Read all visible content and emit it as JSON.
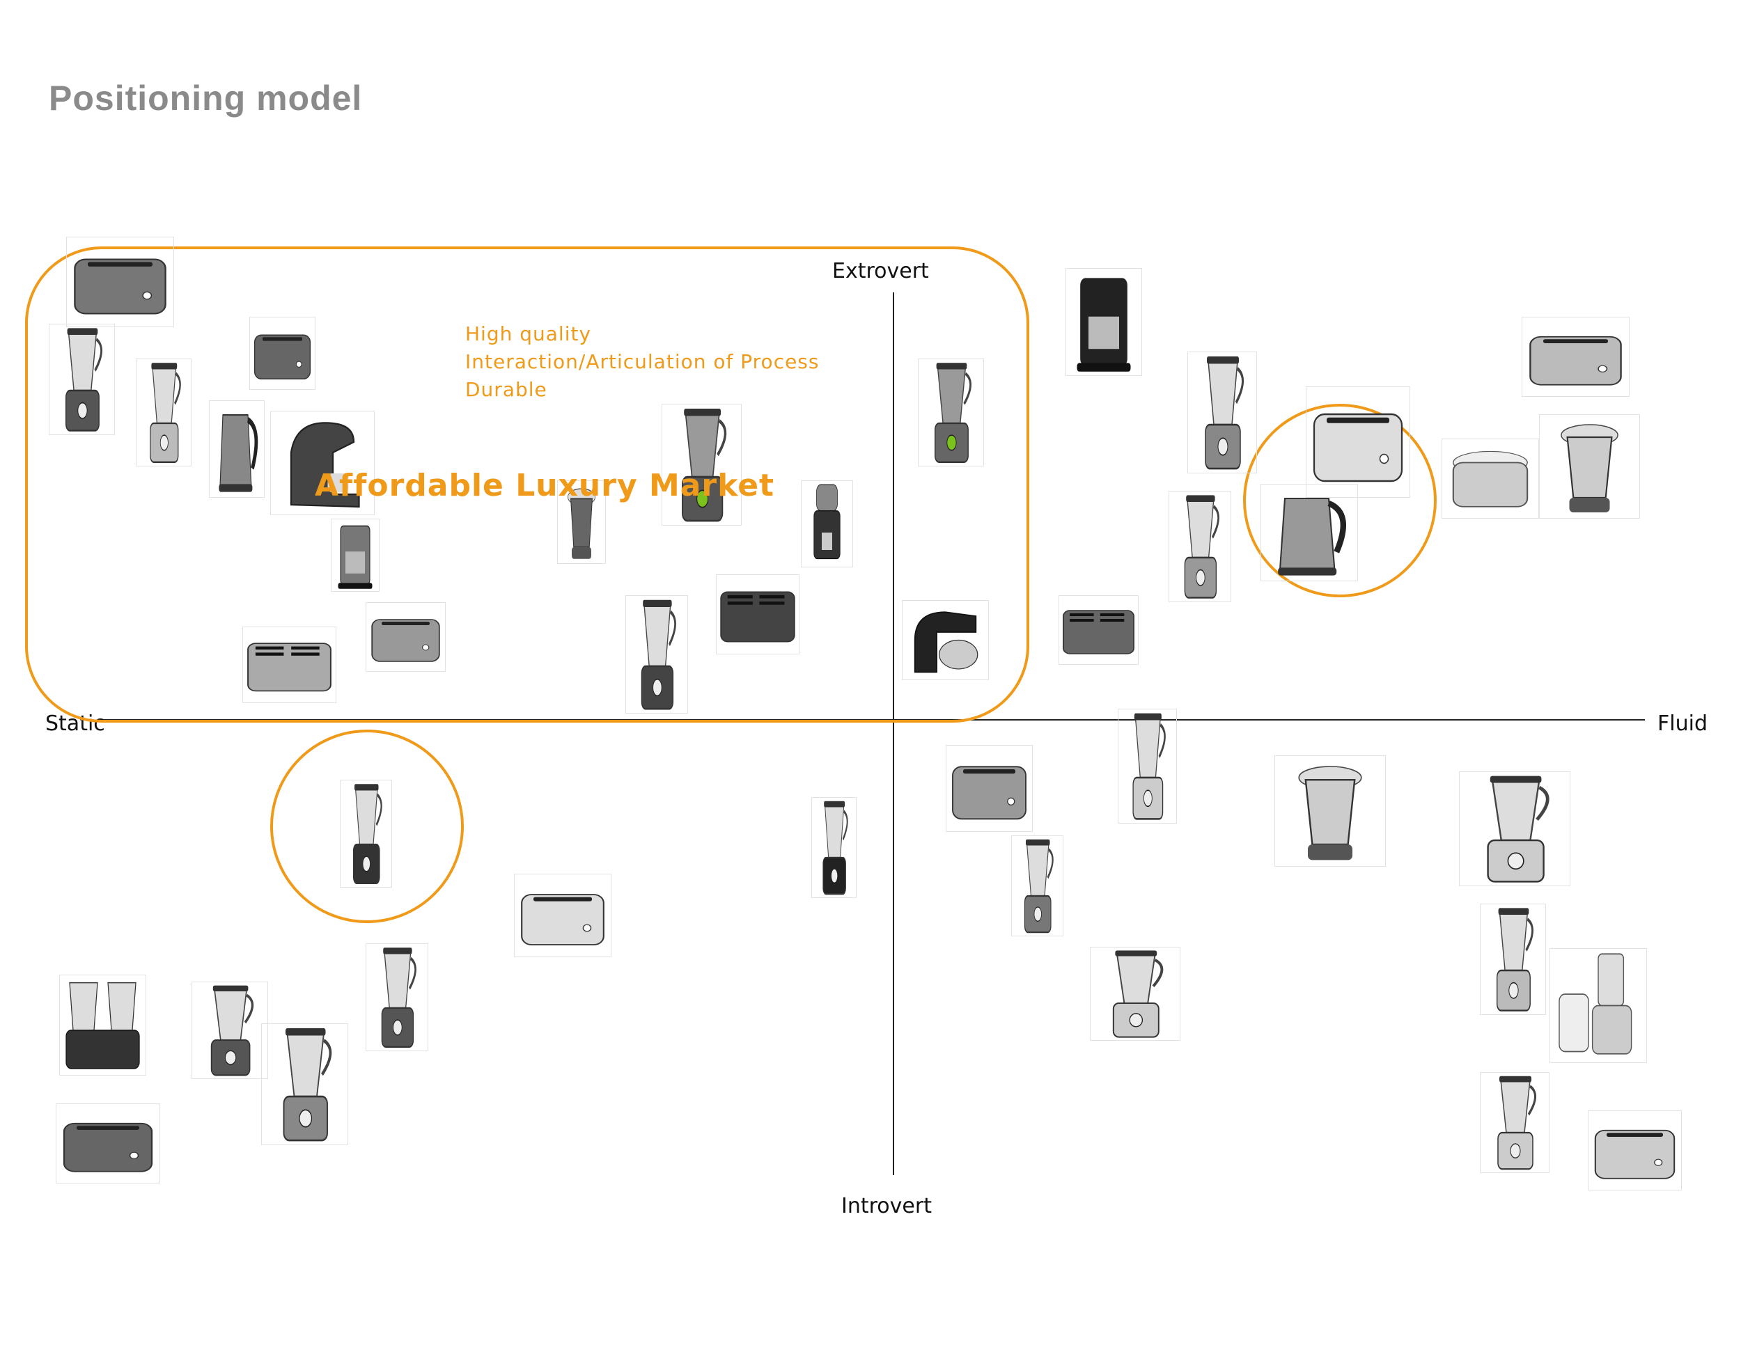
{
  "title": "Positioning model",
  "axes": {
    "top": "Extrovert",
    "bottom": "Introvert",
    "left": "Static",
    "right": "Fluid"
  },
  "market": {
    "label": "Affordable Luxury Market",
    "attributes": [
      "High quality",
      "Interaction/Articulation  of Process",
      "Durable"
    ]
  },
  "colors": {
    "accent": "#f09a1a",
    "title": "#8a8a8a",
    "axis": "#222222"
  },
  "products": [
    {
      "name": "long-slot-toaster-icon"
    },
    {
      "name": "blender-icon"
    },
    {
      "name": "blender-icon"
    },
    {
      "name": "toaster-icon"
    },
    {
      "name": "kettle-icon"
    },
    {
      "name": "pod-coffee-maker-icon"
    },
    {
      "name": "coffee-maker-icon"
    },
    {
      "name": "four-slice-toaster-icon"
    },
    {
      "name": "toaster-icon"
    },
    {
      "name": "citrus-juicer-icon"
    },
    {
      "name": "green-blender-icon"
    },
    {
      "name": "coffee-grinder-icon"
    },
    {
      "name": "blender-icon"
    },
    {
      "name": "four-slice-toaster-icon"
    },
    {
      "name": "green-blender-icon"
    },
    {
      "name": "stand-mixer-icon"
    },
    {
      "name": "coffee-machine-icon"
    },
    {
      "name": "blender-icon"
    },
    {
      "name": "toaster-icon"
    },
    {
      "name": "toaster-icon"
    },
    {
      "name": "kettle-icon"
    },
    {
      "name": "blender-icon"
    },
    {
      "name": "four-slice-toaster-icon"
    },
    {
      "name": "rice-cooker-icon"
    },
    {
      "name": "juicer-icon"
    },
    {
      "name": "long-slot-toaster-icon"
    },
    {
      "name": "blender-icon"
    },
    {
      "name": "juicer-icon"
    },
    {
      "name": "blender-icon"
    },
    {
      "name": "blender-icon"
    },
    {
      "name": "blender-icon"
    },
    {
      "name": "blender-icon"
    },
    {
      "name": "food-processor-icon"
    },
    {
      "name": "blender-icon"
    },
    {
      "name": "toaster-icon"
    },
    {
      "name": "blender-icon"
    },
    {
      "name": "blender-icon"
    },
    {
      "name": "long-slot-toaster-icon"
    },
    {
      "name": "twin-slush-machine-icon"
    },
    {
      "name": "blender-icon"
    },
    {
      "name": "blender-icon"
    },
    {
      "name": "blender-icon"
    },
    {
      "name": "toaster-icon"
    }
  ]
}
